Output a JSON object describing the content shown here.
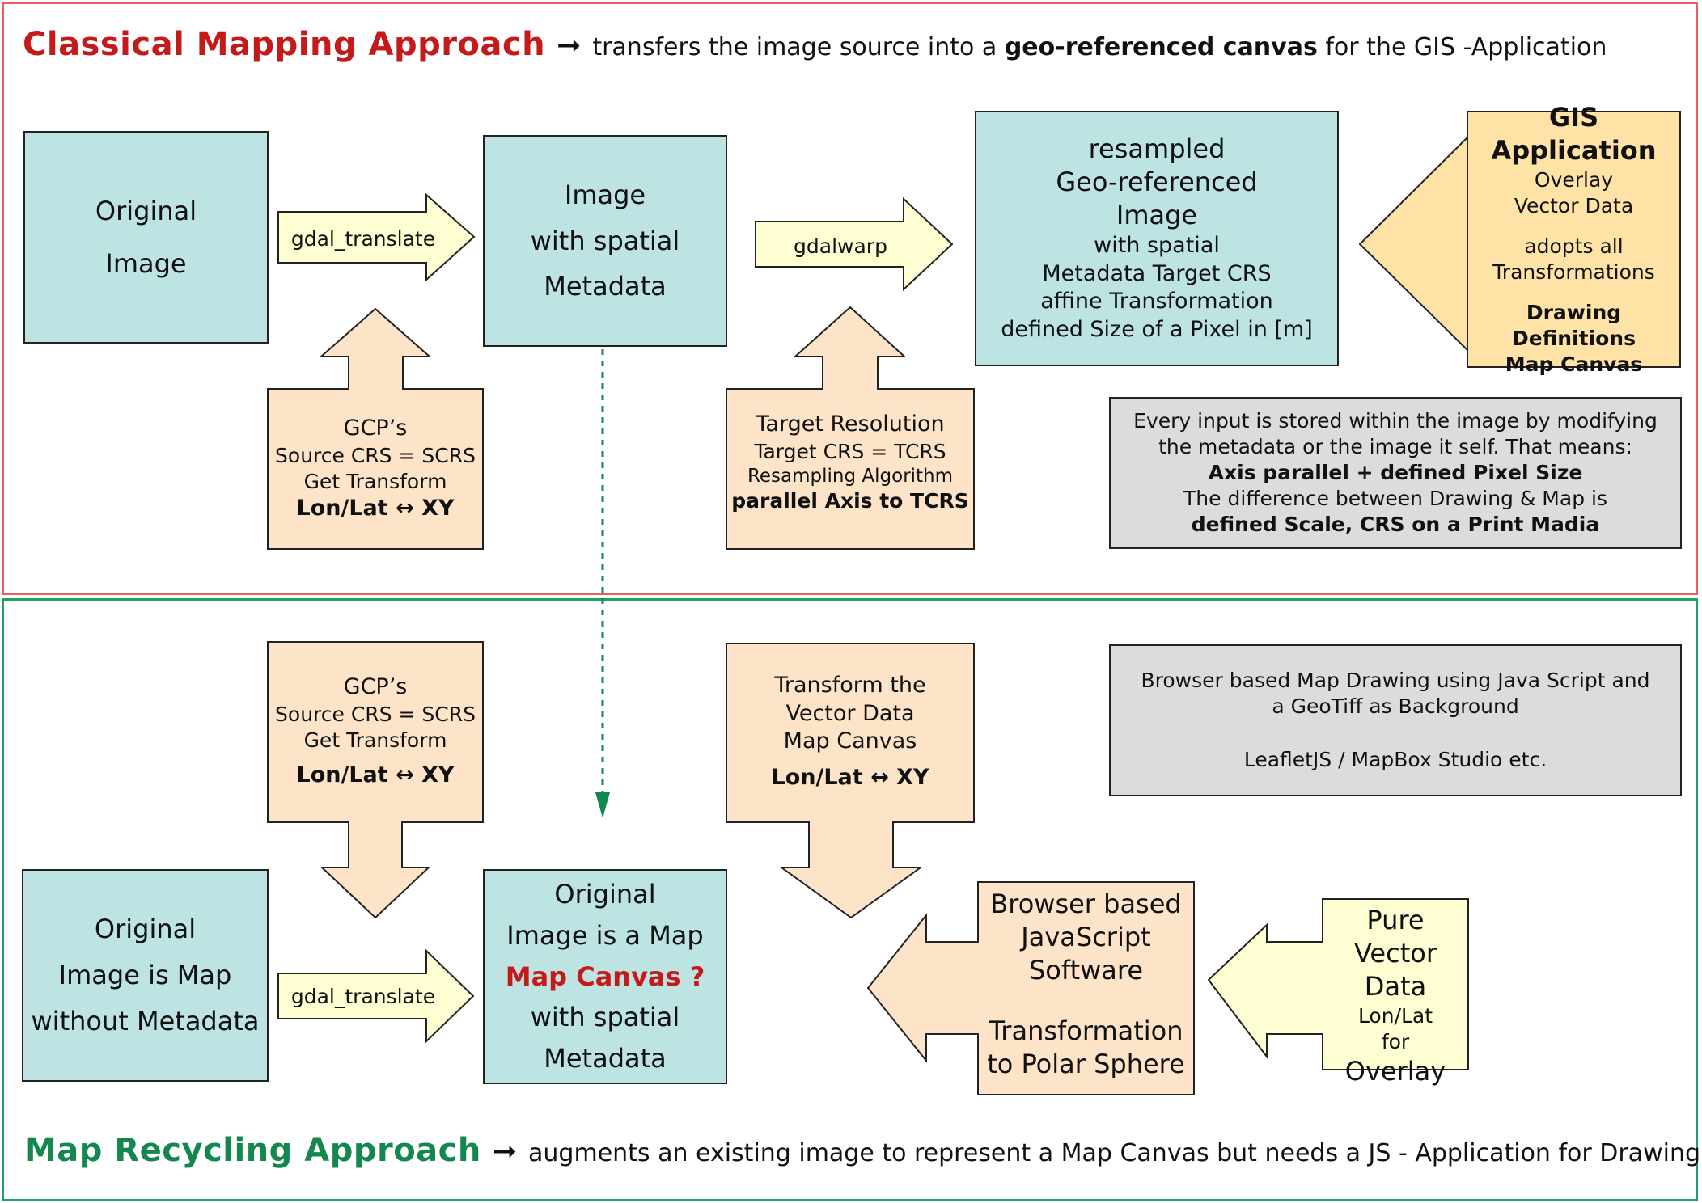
{
  "top_section": {
    "title": "Classical Mapping Approach",
    "arrow": "➞",
    "subtitle_pre": "transfers the image source into a",
    "subtitle_bold": "geo-referenced canvas",
    "subtitle_post": "for the GIS -Application",
    "original_image": [
      "Original",
      "Image"
    ],
    "gdal_translate": "gdal_translate",
    "image_spatial": [
      "Image",
      "with spatial",
      "Metadata"
    ],
    "gcp": {
      "l1": "GCP’s",
      "l2": "Source CRS = SCRS",
      "l3": "Get Transform",
      "l4": "Lon/Lat ↔ XY"
    },
    "gdalwarp": "gdalwarp",
    "target": {
      "l1": "Target Resolution",
      "l2": "Target CRS = TCRS",
      "l3": "Resampling Algorithm",
      "l4": "parallel Axis to TCRS"
    },
    "resampled": {
      "l1": "resampled",
      "l2": "Geo-referenced",
      "l3": "Image",
      "l4": "with spatial",
      "l5": "Metadata Target CRS",
      "l6": "affine Transformation",
      "l7": "defined Size of a Pixel in [m]"
    },
    "gis": {
      "title": "GIS Application",
      "l1": "Overlay",
      "l2": "Vector Data",
      "l3": "adopts all",
      "l4": "Transformations",
      "l5": "Drawing Definitions",
      "l6": "Map Canvas"
    },
    "note": {
      "l1": "Every input is stored within the image by modifying",
      "l2": "the metadata or the image it self. That means:",
      "l3": "Axis parallel + defined Pixel Size",
      "l4": "The difference between Drawing & Map is",
      "l5": "defined Scale, CRS on a Print Madia"
    }
  },
  "bottom_section": {
    "title": "Map Recycling Approach",
    "arrow": "➞",
    "subtitle": "augments an existing image to represent a Map Canvas but needs a JS - Application for Drawing",
    "gcp": {
      "l1": "GCP’s",
      "l2": "Source CRS = SCRS",
      "l3": "Get Transform",
      "l4": "Lon/Lat ↔ XY"
    },
    "transform": {
      "l1": "Transform the",
      "l2": "Vector Data",
      "l3": "Map Canvas",
      "l4": "Lon/Lat ↔ XY"
    },
    "browser_note": {
      "l1": "Browser based Map Drawing using Java Script and",
      "l2": "a GeoTiff as Background",
      "l3": "LeafletJS / MapBox Studio etc."
    },
    "original_map": [
      "Original",
      "Image is Map",
      "without Metadata"
    ],
    "gdal_translate": "gdal_translate",
    "map_canvas": {
      "l1": "Original",
      "l2": "Image is a Map",
      "l3": "Map Canvas ?",
      "l4": "with spatial",
      "l5": "Metadata"
    },
    "browser_software": {
      "l1": "Browser based",
      "l2": "JavaScript",
      "l3": "Software",
      "l4": "Transformation",
      "l5": "to Polar Sphere"
    },
    "pure_vector": {
      "l1": "Pure",
      "l2": "Vector Data",
      "l3": "Lon/Lat",
      "l4": "for",
      "l5": "Overlay"
    }
  },
  "colors": {
    "top_border": "#ec5d5d",
    "bottom_border": "#1fa06a",
    "top_title": "#c41a1a",
    "bottom_title": "#14874e",
    "teal_box": "#bde4e3",
    "peach_box": "#fde3c8",
    "yellow_arrow": "#fffdd2",
    "gis_box": "#ffe2a6",
    "note_box": "#dcdcdc",
    "dotted_arrow": "#14874e"
  }
}
